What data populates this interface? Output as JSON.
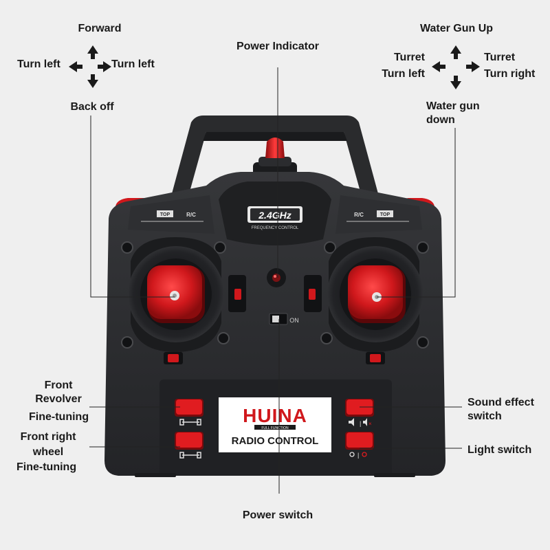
{
  "colors": {
    "background": "#efefef",
    "body": "#2a2b2d",
    "body_dark": "#1b1c1e",
    "accent_red": "#d0181c",
    "line": "#222222",
    "logo_panel": "#ffffff"
  },
  "labels": {
    "forward": "Forward",
    "turn_left_1": "Turn left",
    "turn_left_2": "Turn left",
    "back_off": "Back off",
    "power_indicator": "Power Indicator",
    "water_gun_up": "Water Gun Up",
    "turret_left_1": "Turret",
    "turret_left_2": "Turn left",
    "turret_right_1": "Turret",
    "turret_right_2": "Turn right",
    "water_gun_down_1": "Water gun",
    "water_gun_down_2": "down",
    "front_revolver_1": "Front",
    "front_revolver_2": "Revolver",
    "front_revolver_3": "Fine-tuning",
    "front_right_1": "Front right",
    "front_right_2": "wheel",
    "front_right_3": "Fine-tuning",
    "sound_effect_1": "Sound effect",
    "sound_effect_2": "switch",
    "light_switch": "Light switch",
    "power_switch": "Power switch"
  },
  "device": {
    "frequency": "2.4GHz",
    "frequency_sub": "FREQUENCY CONTROL",
    "logo": "HUINA",
    "logo_sub": "FULL FUNCTION",
    "radio_control": "RADIO CONTROL",
    "top_left": "TOP",
    "rc_left": "R/C",
    "top_right": "TOP",
    "rc_right": "R/C",
    "on_label": "ON"
  },
  "icons": {
    "left_stick_arrows": "four-way-arrow-icon",
    "right_stick_arrows": "four-way-arrow-icon",
    "sound_toggle": "speaker-icon",
    "light_toggle": "bulb-icon",
    "trim": "trim-slider-icon"
  }
}
